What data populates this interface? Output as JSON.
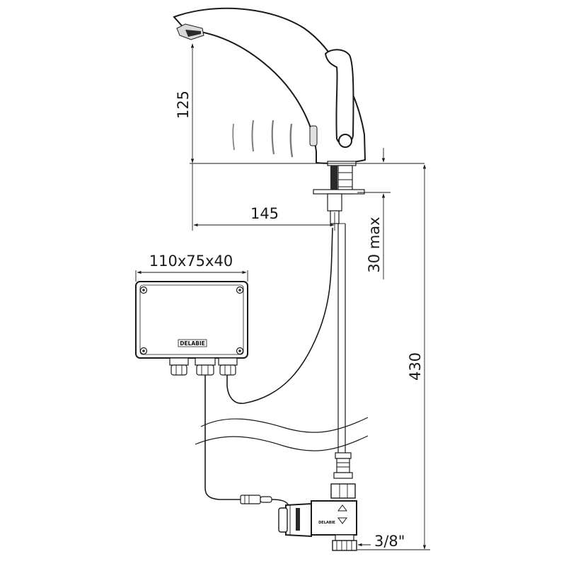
{
  "dimensions": {
    "spout_height": "125",
    "spout_reach": "145",
    "box_size": "110x75x40",
    "deck_thickness": "30 max",
    "total_length": "430",
    "thread": "3/8\""
  },
  "logo": {
    "box_brand": "DELABIE",
    "valve_brand": "DELABIE"
  }
}
